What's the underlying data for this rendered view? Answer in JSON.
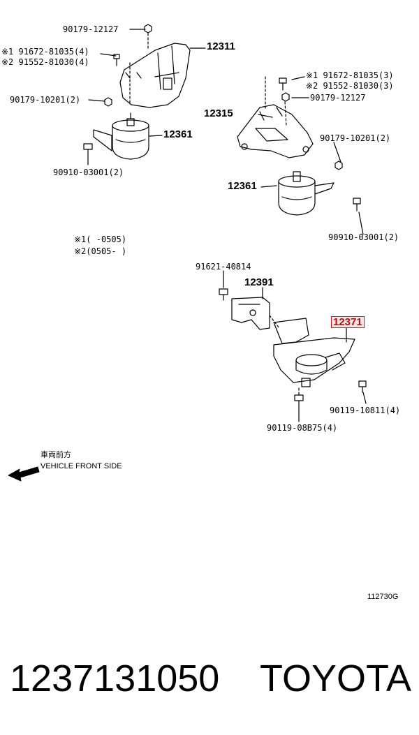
{
  "diagram": {
    "top_left": {
      "nut_top": "90179-12127",
      "bolt_a1": "※1 91672-81035(4)",
      "bolt_a2": "※2 91552-81030(4)",
      "bracket": "12311",
      "nut_side": "90179-10201(2)",
      "insulator": "12361",
      "bolt_bottom": "90910-03001(2)"
    },
    "top_right": {
      "bolt_b1": "※1 91672-81035(3)",
      "bolt_b2": "※2 91552-81030(3)",
      "nut_top": "90179-12127",
      "bracket": "12315",
      "nut_side": "90179-10201(2)",
      "insulator": "12361",
      "bolt_bottom": "90910-03001(2)"
    },
    "notes": {
      "note1": "※1(     -0505)",
      "note2": "※2(0505-     )"
    },
    "lower": {
      "bolt_top": "91621-40814",
      "bracket": "12391",
      "highlight_part": "12371",
      "bolt_right": "90119-10811(4)",
      "bolt_bottom": "90119-08B75(4)"
    },
    "direction": {
      "jp_label": "車両前方",
      "en_label": "VEHICLE FRONT SIDE"
    },
    "figure_code": "112730G"
  },
  "footer": {
    "part_number": "1237131050",
    "brand": "TOYOTA"
  },
  "colors": {
    "highlight_border": "#d01818",
    "highlight_fill": "#fbe4e4",
    "ink": "#000000"
  }
}
